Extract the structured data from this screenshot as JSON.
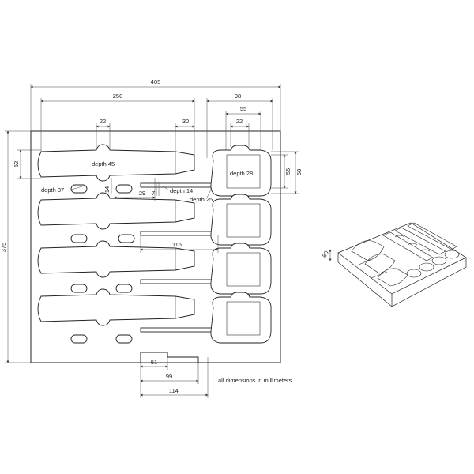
{
  "dimensions": {
    "overall_width": "405",
    "overall_height": "375",
    "tool_length": "250",
    "handle_cut": "30",
    "notch_22_left": "22",
    "head_outer": "98",
    "head_width": "55",
    "head_notch": "22",
    "grip_height": "52",
    "head_height": "55",
    "head_total": "68",
    "notch_14": "14",
    "gap_29": "29",
    "gap_7": "7",
    "shaft_116": "116",
    "tab_51": "51",
    "tab_99": "99",
    "tab_114": "114",
    "iso_height": "80"
  },
  "depth_labels": {
    "depth45": "depth 45",
    "depth37": "depth 37",
    "depth28": "depth 28",
    "depth14": "depth 14",
    "depth25": "depth 25"
  },
  "note": "all dimensions in millimeters"
}
